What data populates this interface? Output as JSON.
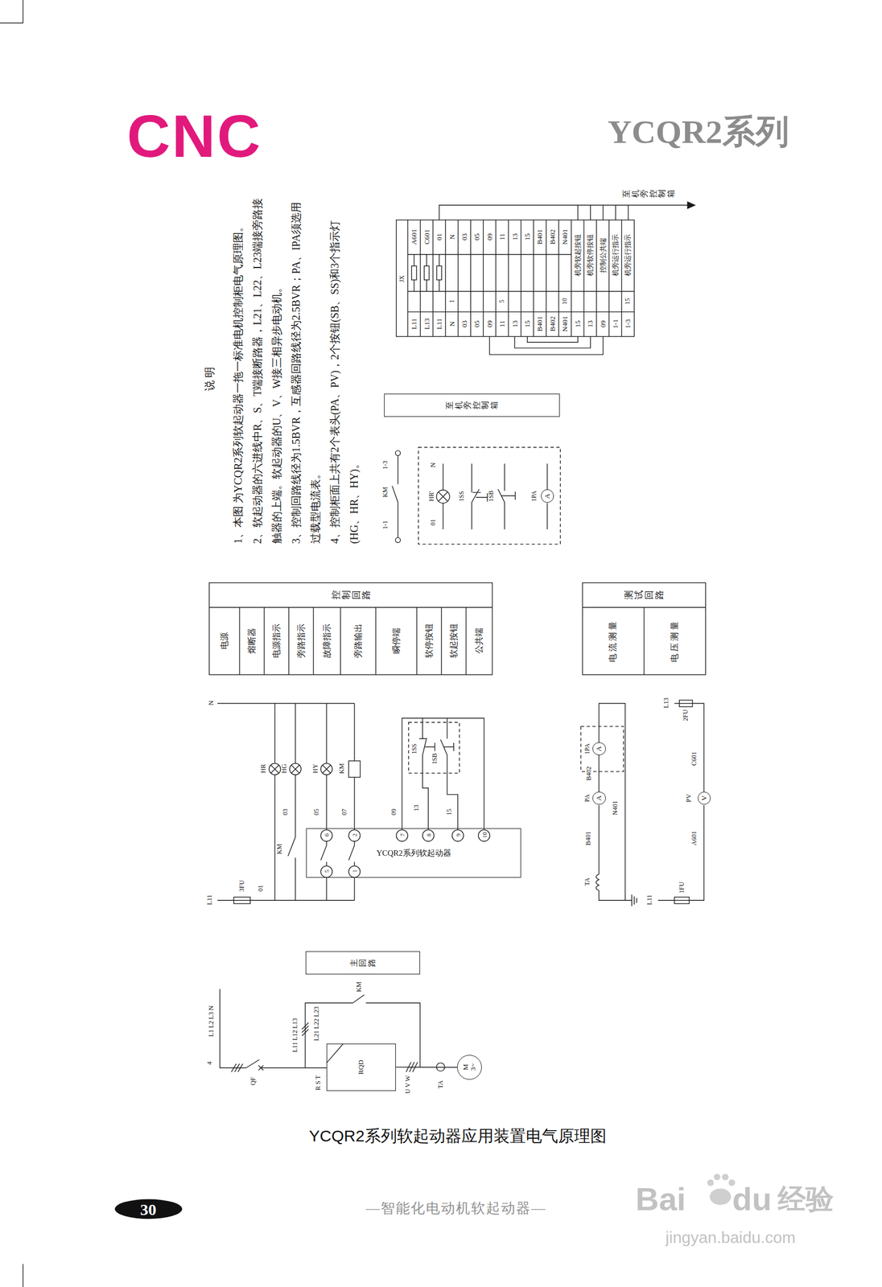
{
  "diagram": {
    "caption": "YCQR2系列软起动器应用装置电气原理图",
    "nodes": [
      {
        "text": [
          "至机旁控制箱"
        ]
      },
      {
        "text": [
          "主回路"
        ]
      },
      {
        "text": [
          "YCQR2系列软起动器"
        ]
      },
      {
        "text": [
          "RQD"
        ]
      },
      {
        "text": [
          "M 3~"
        ]
      },
      {
        "text": [
          "A"
        ]
      },
      {
        "text": [
          "A"
        ]
      },
      {
        "text": [
          "V"
        ]
      },
      {
        "text": [
          "A"
        ]
      }
    ],
    "edges": [
      {
        "from": 3,
        "to": 4,
        "arrow": "none"
      },
      {
        "from": 5,
        "to": 6,
        "arrow": "none",
        "label": "B402"
      }
    ],
    "labels": [
      "CNC",
      "YCQR2系列",
      "30",
      "—智能化电动机软起动器—",
      "Bai",
      "du",
      "经验",
      "jingyan.baidu.com",
      "说 明",
      "1、本图 为YCQR2系列软起动器一拖一标准电机控制柜电气原理图。",
      "2、软起动器的六进线中R、S、T端接断路器，L21、L22、L23端接旁路接触器的上端。软起动器的U、V、W接三相异步电动机。",
      "3、控制回路线径为1.5BVR，互感器回路线径为2.5BVR；PA、IPA须选用过载型电流表。",
      "4、控制柜面上共有2个表头(PA、PV)，2个按钮(SB、SS)和3个指示灯(HG、HR、HY)。",
      "1-1",
      "KM",
      "1-3",
      "01",
      "HR'",
      "N",
      "1SS",
      "1SB",
      "1PA",
      "JX",
      "L11",
      "L13",
      "L11",
      "N",
      "03",
      "05",
      "09",
      "11",
      "13",
      "15",
      "B401",
      "B402",
      "N401",
      "15",
      "13",
      "09",
      "1-1",
      "1-3",
      "1",
      "5",
      "10",
      "15",
      "A601",
      "C601",
      "01",
      "N",
      "03",
      "05",
      "09",
      "11",
      "13",
      "15",
      "B401",
      "B402",
      "N401",
      "机旁软起按钮",
      "机旁软停按钮",
      "控制公共端",
      "机旁运行指示",
      "机旁运行指示",
      "至机旁控制箱",
      "控制回路",
      "电源",
      "熔断器",
      "电源指示",
      "旁路指示",
      "故障指示",
      "旁路输出",
      "瞬停端",
      "软停按钮",
      "软起按钮",
      "公共端",
      "测试回路",
      "电流测量",
      "电压测量",
      "N",
      "L11",
      "3FU",
      "01",
      "HR",
      "HG",
      "HY",
      "KM",
      "03",
      "KM",
      "05",
      "07",
      "09",
      "1SS",
      "1SB",
      "13",
      "15",
      "6",
      "2",
      "7",
      "8",
      "9",
      "10",
      "5",
      "1",
      "L13",
      "2FU",
      "C601",
      "PV",
      "A601",
      "1FU",
      "L11",
      "1PA",
      "PA",
      "B401",
      "TA",
      "N401",
      "L1 L2 L3 N",
      "4",
      "QF",
      "L11 L12 L13",
      "L21 L22 L23",
      "KM",
      "R S T",
      "U V W",
      "TA"
    ]
  }
}
